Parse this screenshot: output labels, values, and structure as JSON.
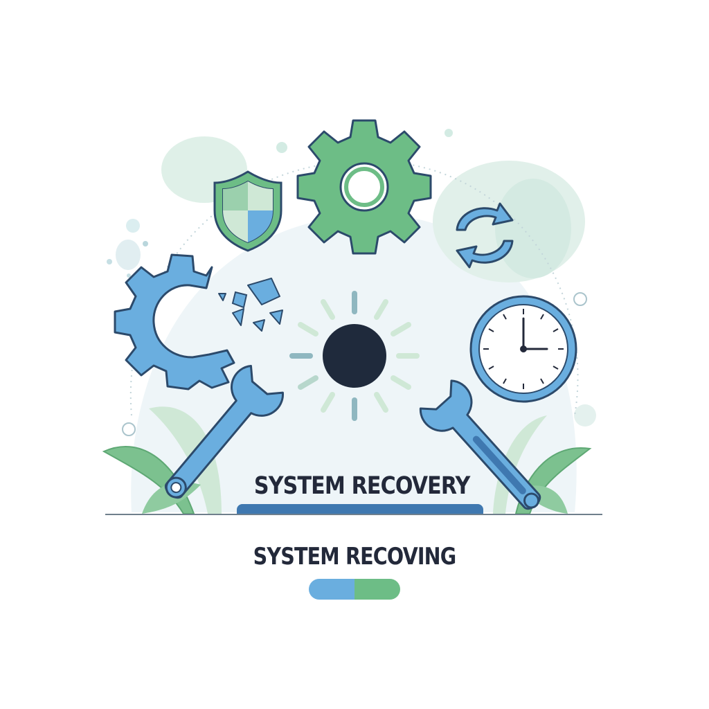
{
  "heading": {
    "title": "SYSTEM RECOVERY"
  },
  "status": {
    "label": "SYSTEM RECOVING",
    "progress": 0.5
  },
  "colors": {
    "text": "#23293a",
    "blue": "#6aaedf",
    "blue_outline": "#2c4a6b",
    "green": "#6dbd86",
    "green_light": "#cfe8d6",
    "plate": "#3f78b0",
    "spinner_center": "#1f2a3c",
    "background_tint": "#eef5f8"
  },
  "icons": [
    "gear-icon",
    "shield-icon",
    "sync-icon",
    "broken-gear-icon",
    "loading-spinner-icon",
    "clock-icon",
    "wrench-icon",
    "leaf-icon"
  ]
}
